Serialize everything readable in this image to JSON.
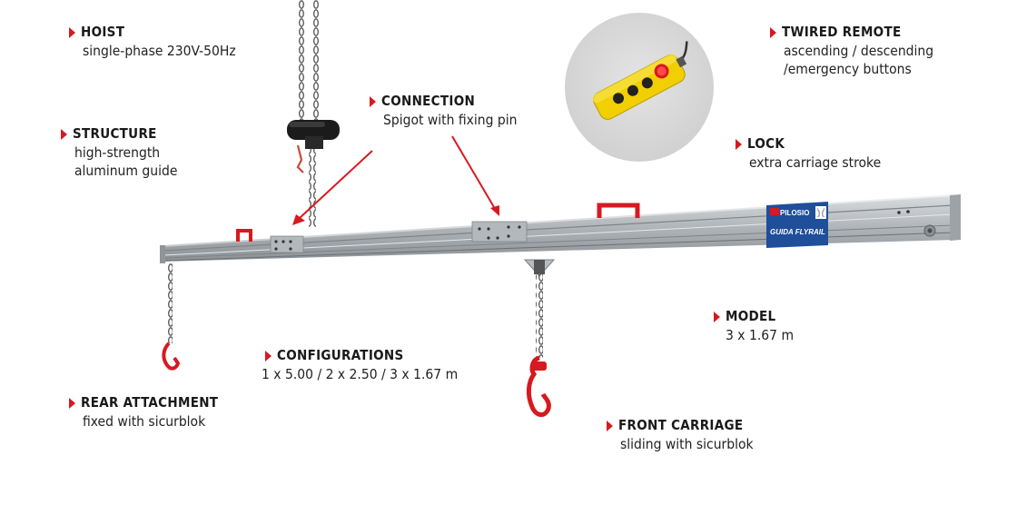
{
  "colors": {
    "accent": "#d71920",
    "rail": "#c9cdd0",
    "remote_yellow": "#f2cf00",
    "text": "#222222"
  },
  "brand": {
    "name": "PILOSIO",
    "product": "GUIDA FLYRAIL"
  },
  "labels": {
    "hoist": {
      "title": "HOIST",
      "lines": [
        "single-phase 230V-50Hz"
      ]
    },
    "structure": {
      "title": "STRUCTURE",
      "lines": [
        "high-strength",
        "aluminum guide"
      ]
    },
    "connection": {
      "title": "CONNECTION",
      "lines": [
        "Spigot with fixing pin"
      ]
    },
    "twired_remote": {
      "title": "TWIRED REMOTE",
      "lines": [
        "ascending / descending",
        "/emergency buttons"
      ]
    },
    "lock": {
      "title": "LOCK",
      "lines": [
        "extra carriage stroke"
      ]
    },
    "model": {
      "title": "MODEL",
      "lines": [
        "3 x 1.67 m"
      ]
    },
    "configurations": {
      "title": "CONFIGURATIONS",
      "lines": [
        "1 x 5.00 / 2 x 2.50 / 3 x 1.67 m"
      ]
    },
    "rear_attachment": {
      "title": "REAR ATTACHMENT",
      "lines": [
        "fixed with sicurblok"
      ]
    },
    "front_carriage": {
      "title": "FRONT CARRIAGE",
      "lines": [
        "sliding with sicurblok"
      ]
    }
  }
}
